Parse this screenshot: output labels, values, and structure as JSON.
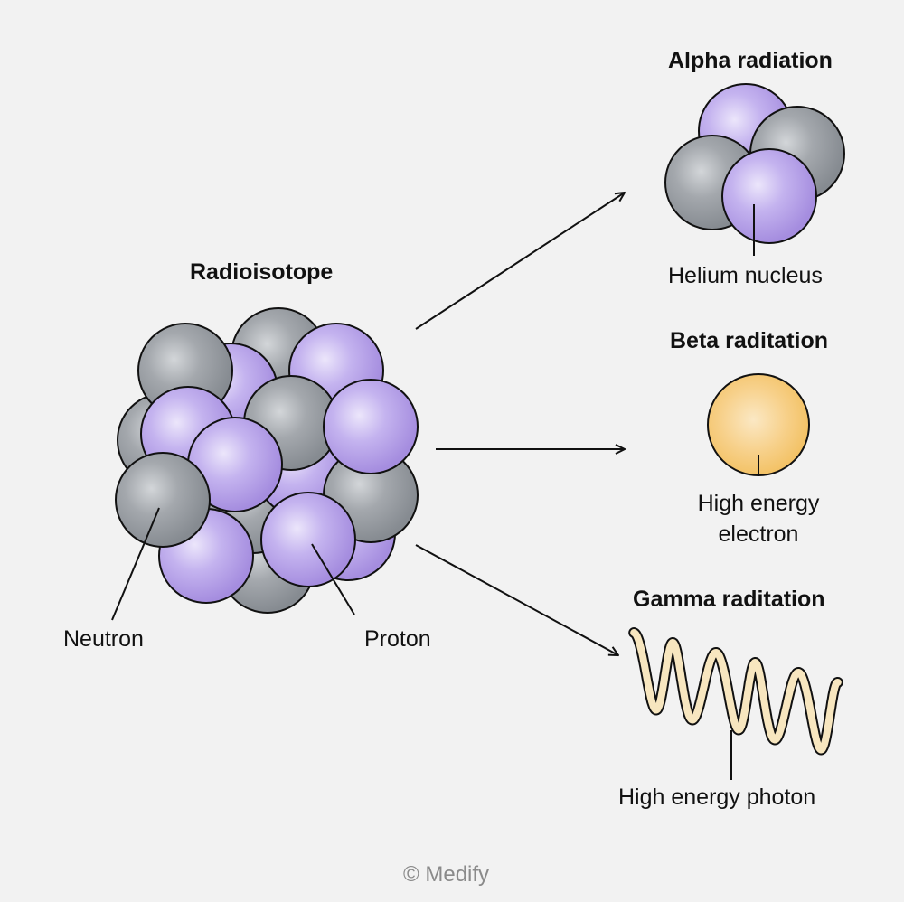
{
  "colors": {
    "background": "#f2f2f2",
    "proton": "#a992e0",
    "neutron": "#8d9196",
    "electron": "#f3c263",
    "photon_wave": "#f7e6bf",
    "stroke": "#111111",
    "credit": "#8a8a8a"
  },
  "radioisotope": {
    "title": "Radioisotope",
    "neutron_label": "Neutron",
    "proton_label": "Proton"
  },
  "alpha": {
    "title": "Alpha radiation",
    "label": "Helium nucleus"
  },
  "beta": {
    "title": "Beta raditation",
    "label_line1": "High energy",
    "label_line2": "electron"
  },
  "gamma": {
    "title": "Gamma raditation",
    "label": "High energy photon"
  },
  "credit": "© Medify"
}
